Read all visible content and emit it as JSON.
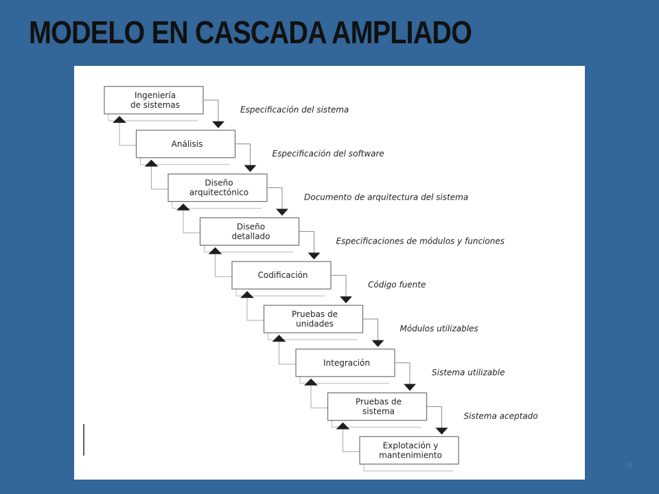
{
  "slide": {
    "title": "MODELO EN CASCADA AMPLIADO",
    "page_number": "9"
  },
  "diagram": {
    "stages": [
      {
        "lines": [
          "Ingeniería",
          "de sistemas"
        ]
      },
      {
        "lines": [
          "Análisis"
        ]
      },
      {
        "lines": [
          "Diseño",
          "arquitectónico"
        ]
      },
      {
        "lines": [
          "Diseño",
          "detallado"
        ]
      },
      {
        "lines": [
          "Codificación"
        ]
      },
      {
        "lines": [
          "Pruebas de",
          "unidades"
        ]
      },
      {
        "lines": [
          "Integración"
        ]
      },
      {
        "lines": [
          "Pruebas de",
          "sistema"
        ]
      },
      {
        "lines": [
          "Explotación y",
          "mantenimiento"
        ]
      }
    ],
    "outputs": [
      "Especificación del sistema",
      "Especificación del software",
      "Documento de arquitectura del sistema",
      "Especificaciones de módulos y funciones",
      "Código fuente",
      "Módulos utilizables",
      "Sistema utilizable",
      "Sistema aceptado"
    ]
  }
}
